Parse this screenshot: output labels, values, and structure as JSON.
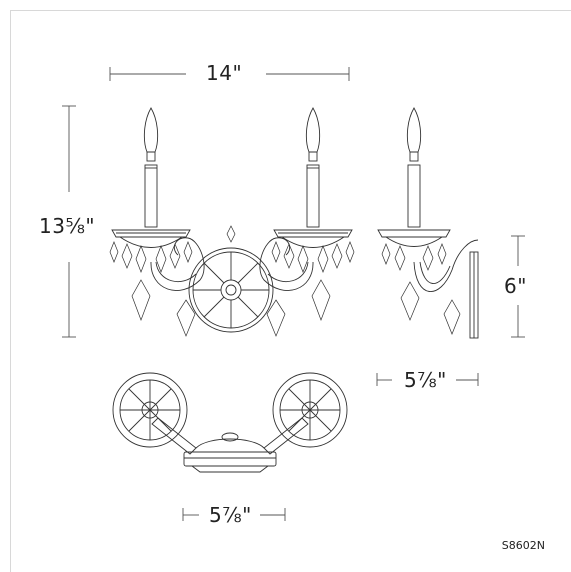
{
  "dimensions": {
    "width": "14\"",
    "height": "13⅝\"",
    "side_height": "6\"",
    "side_depth": "5⅞\"",
    "top_depth": "5⅞\""
  },
  "model_number": "S8602N",
  "colors": {
    "line": "#333333",
    "dim_line": "#555555",
    "frame": "#d8d8d8"
  }
}
